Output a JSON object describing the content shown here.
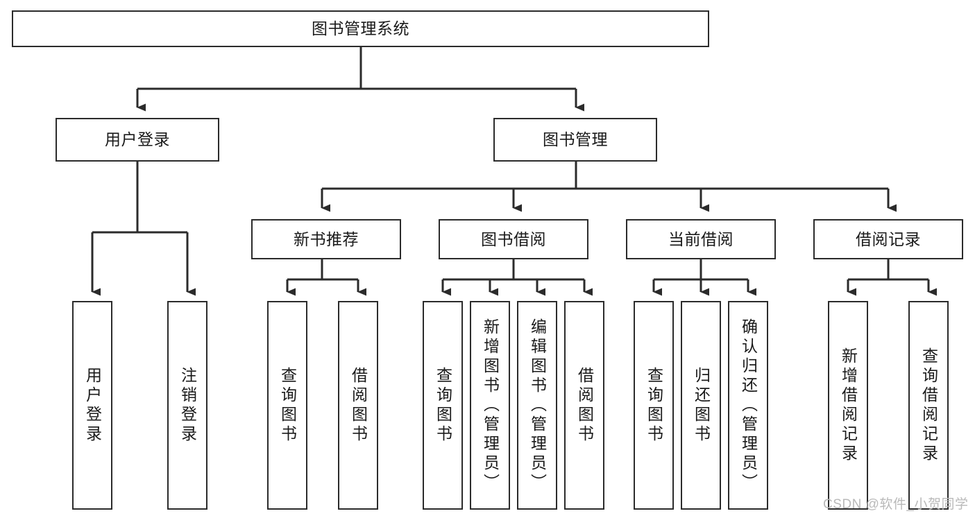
{
  "diagram": {
    "kind": "tree-hierarchy-chart",
    "title": "图书管理系统",
    "colors": {
      "stroke": "#2b2b2b",
      "fill": "#ffffff",
      "text": "#1a1a1a",
      "watermark": "#b9b9b9"
    },
    "nodes": {
      "root": {
        "label": "图书管理系统"
      },
      "level2": [
        {
          "id": "user-login",
          "label": "用户登录"
        },
        {
          "id": "book-management",
          "label": "图书管理"
        }
      ],
      "level3": [
        {
          "id": "new-book-recommend",
          "label": "新书推荐"
        },
        {
          "id": "book-borrow",
          "label": "图书借阅"
        },
        {
          "id": "current-borrow",
          "label": "当前借阅"
        },
        {
          "id": "borrow-record",
          "label": "借阅记录"
        }
      ],
      "leaves": {
        "user_login": [
          {
            "id": "leaf-user-login",
            "label": "用户登录"
          },
          {
            "id": "leaf-logout-login",
            "label": "注销登录"
          }
        ],
        "new_book_recommend": [
          {
            "id": "leaf-query-book-1",
            "label": "查询图书"
          },
          {
            "id": "leaf-borrow-book-1",
            "label": "借阅图书"
          }
        ],
        "book_borrow": [
          {
            "id": "leaf-query-book-2",
            "label": "查询图书"
          },
          {
            "id": "leaf-add-book-admin",
            "label": "新增图书（管理员）"
          },
          {
            "id": "leaf-edit-book-admin",
            "label": "编辑图书（管理员）"
          },
          {
            "id": "leaf-borrow-book-2",
            "label": "借阅图书"
          }
        ],
        "current_borrow": [
          {
            "id": "leaf-query-book-3",
            "label": "查询图书"
          },
          {
            "id": "leaf-return-book",
            "label": "归还图书"
          },
          {
            "id": "leaf-confirm-return-admin",
            "label": "确认归还（管理员）"
          }
        ],
        "borrow_record": [
          {
            "id": "leaf-add-borrow-record",
            "label": "新增借阅记录"
          },
          {
            "id": "leaf-query-borrow-record",
            "label": "查询借阅记录"
          }
        ]
      }
    },
    "watermark": "CSDN @软件_小贺同学"
  }
}
